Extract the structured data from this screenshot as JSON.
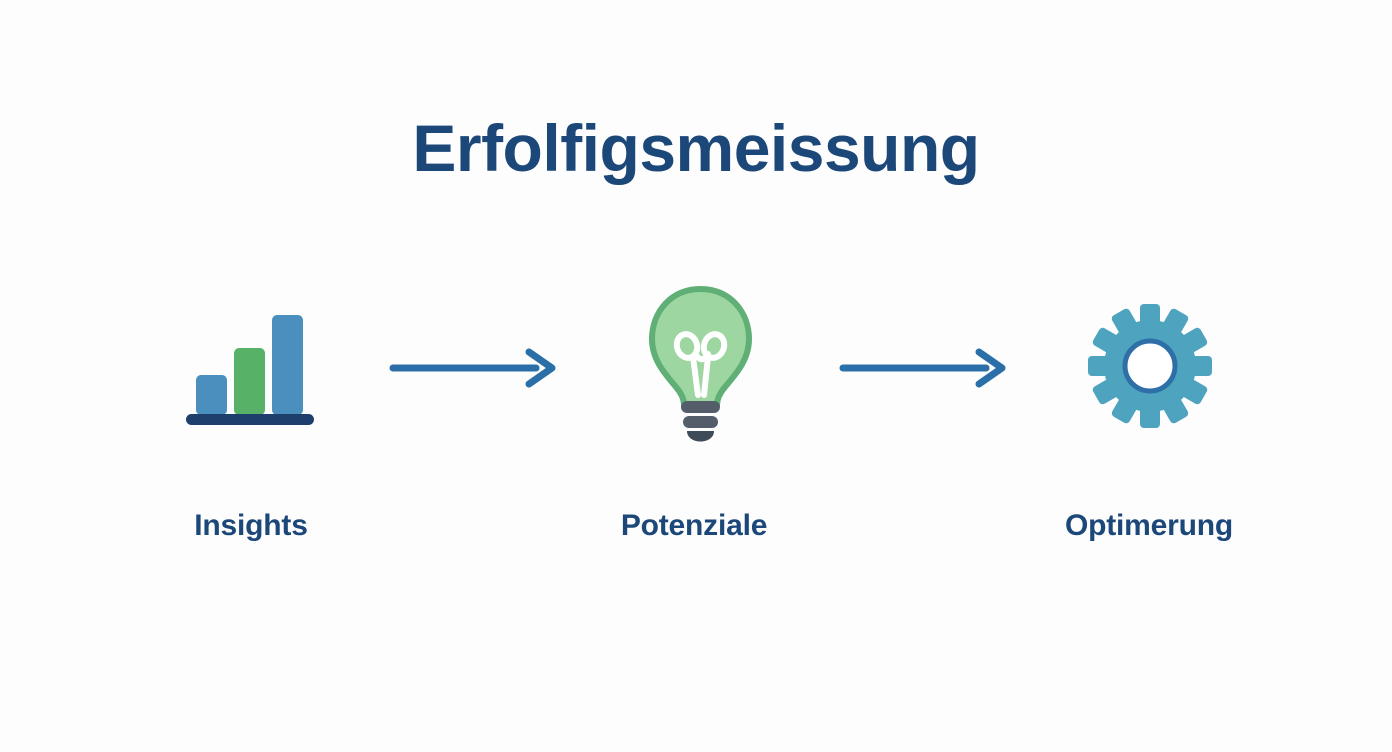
{
  "slide": {
    "title": "Erfolfigsmeissung",
    "background_color": "#fdfdfd",
    "title_color": "#1b4779"
  },
  "palette": {
    "navy": "#1b4779",
    "arrow_blue": "#2a6fa8",
    "bar_blue": "#4a8fbd",
    "bar_green": "#57b268",
    "bar_baseline": "#1e3f6b",
    "bulb_fill": "#9dd6a0",
    "bulb_outline": "#5faf76",
    "bulb_base": "#545e6b",
    "bulb_base_dark": "#3f4b57",
    "filament_white": "#ffffff",
    "gear_teal": "#4ea3be",
    "gear_ring": "#2e6fa8",
    "gear_hole": "#ffffff"
  },
  "steps": [
    {
      "id": "insights",
      "label": "Insights",
      "icon": "bar-chart-icon",
      "bars": [
        {
          "name": "bar-1",
          "height_pct": 40,
          "color": "#4a8fbd"
        },
        {
          "name": "bar-2",
          "height_pct": 66,
          "color": "#57b268"
        },
        {
          "name": "bar-3",
          "height_pct": 96,
          "color": "#4a8fbd"
        }
      ]
    },
    {
      "id": "potenziale",
      "label": "Potenziale",
      "icon": "lightbulb-icon"
    },
    {
      "id": "optimerung",
      "label": "Optimerung",
      "icon": "gear-icon",
      "teeth": 12
    }
  ],
  "connectors": [
    {
      "id": "arrow-1",
      "from": "insights",
      "to": "potenziale",
      "direction": "right"
    },
    {
      "id": "arrow-2",
      "from": "potenziale",
      "to": "optimerung",
      "direction": "right"
    }
  ]
}
